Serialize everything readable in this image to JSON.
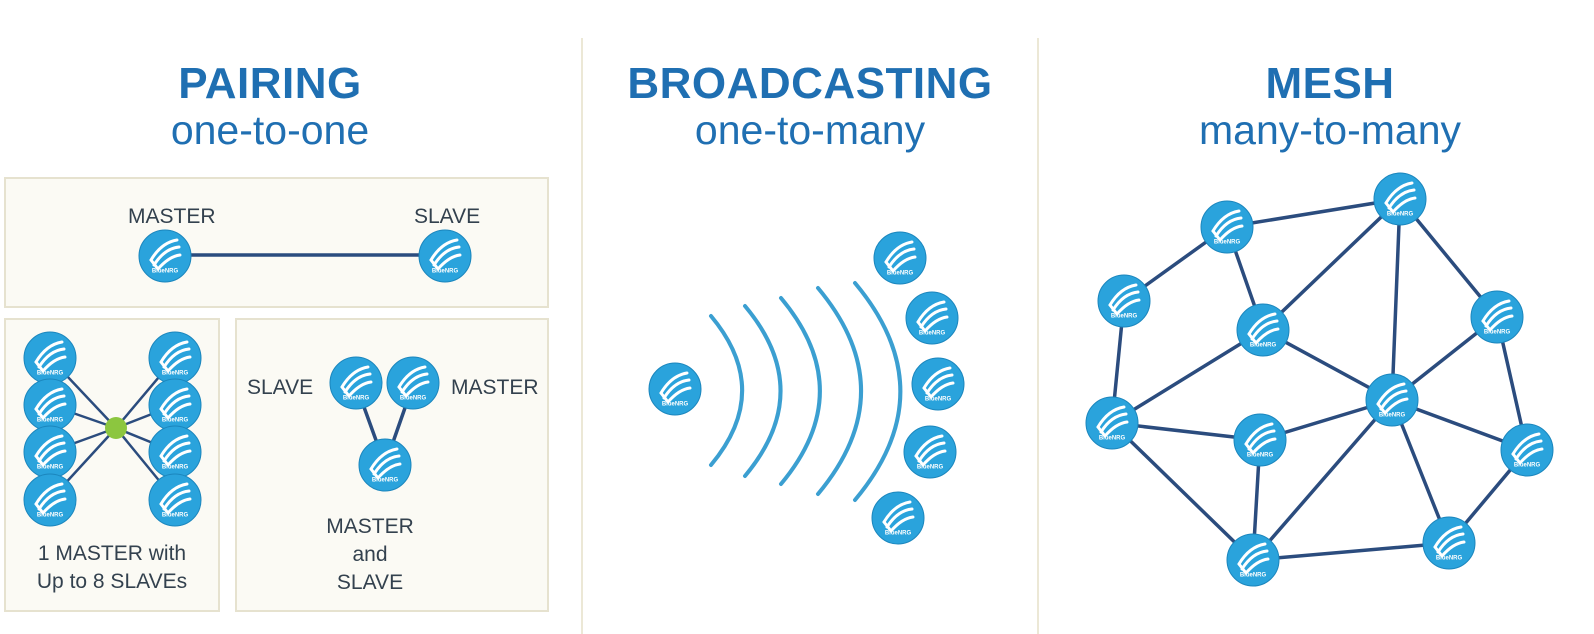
{
  "pairing": {
    "title": "PAIRING",
    "subtitle": "one-to-one",
    "top": {
      "left_label": "MASTER",
      "right_label": "SLAVE"
    },
    "star": {
      "caption_line1": "1 MASTER with",
      "caption_line2": "Up to 8 SLAVEs"
    },
    "triangle": {
      "left_label": "SLAVE",
      "right_label": "MASTER",
      "bottom_line1": "MASTER",
      "bottom_line2": "and",
      "bottom_line3": "SLAVE"
    }
  },
  "broadcasting": {
    "title": "BROADCASTING",
    "subtitle": "one-to-many"
  },
  "mesh": {
    "title": "MESH",
    "subtitle": "many-to-many"
  },
  "node_label": "BlueNRG",
  "colors": {
    "heading": "#1f6fb2",
    "node": "#2aa3dc",
    "edge": "#2b4c7e",
    "hub": "#8cc63f",
    "panel_bg": "#fbfaf4",
    "panel_border": "#e6e2cf"
  },
  "icon": "bluenrg-node-icon"
}
